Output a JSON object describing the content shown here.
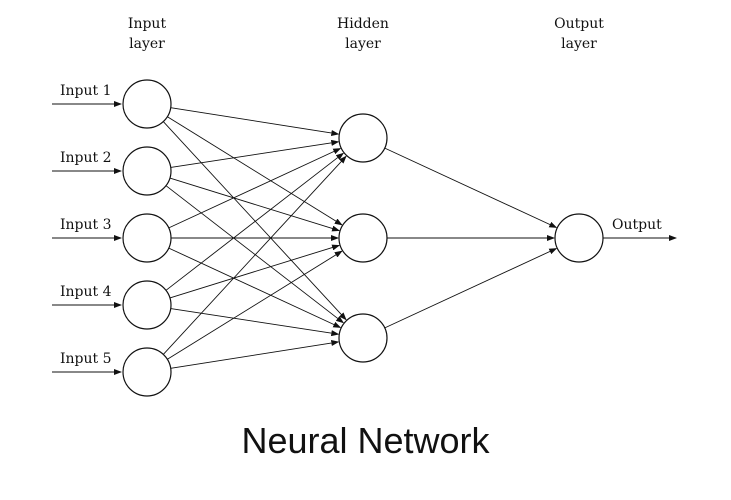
{
  "title": "Neural Network",
  "layers": [
    {
      "id": "input",
      "header_line1": "Input",
      "header_line2": "layer",
      "neurons": 5
    },
    {
      "id": "hidden",
      "header_line1": "Hidden",
      "header_line2": "layer",
      "neurons": 3
    },
    {
      "id": "output",
      "header_line1": "Output",
      "header_line2": "layer",
      "neurons": 1
    }
  ],
  "inputs": [
    "Input 1",
    "Input 2",
    "Input 3",
    "Input 4",
    "Input 5"
  ],
  "output_label": "Output",
  "connectivity": "fully-connected",
  "colors": {
    "stroke": "#111111",
    "background": "#ffffff"
  }
}
